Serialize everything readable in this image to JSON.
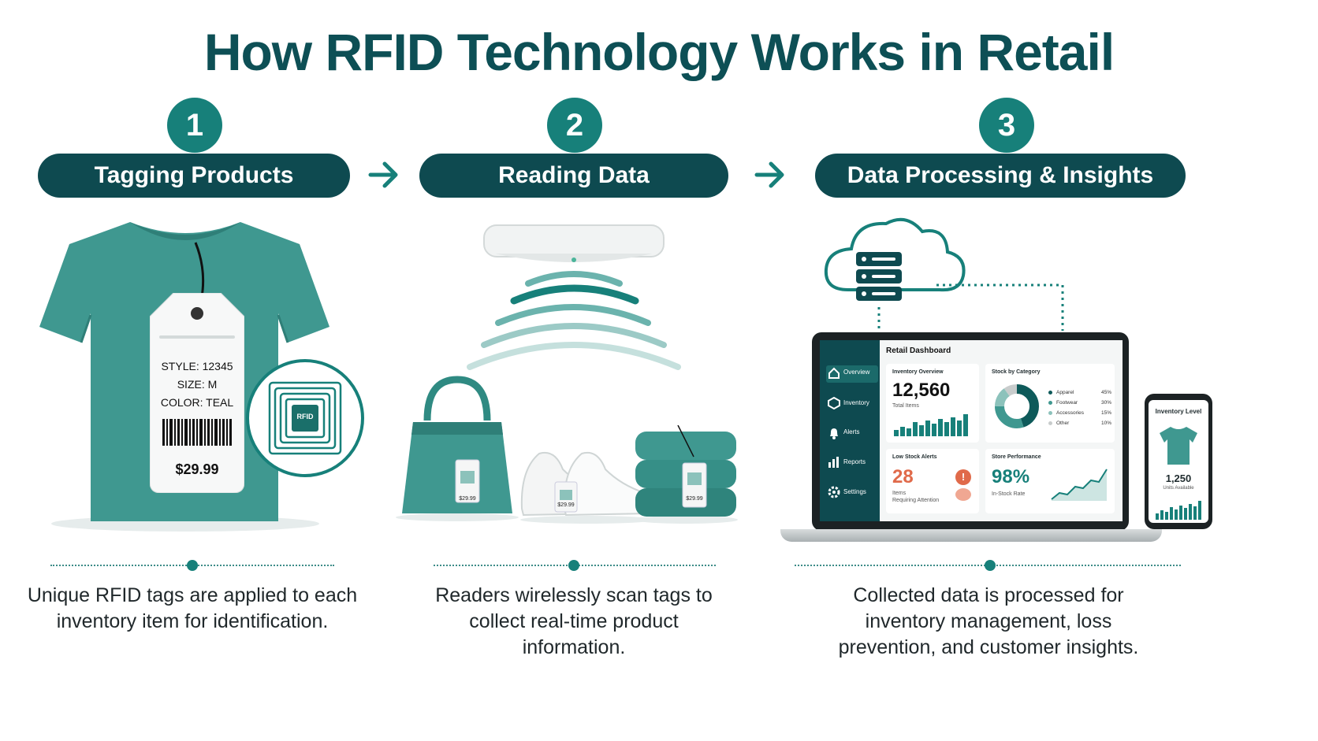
{
  "title": "How RFID Technology Works in Retail",
  "colors": {
    "accent": "#17807a",
    "dark": "#0e4a50",
    "alert": "#e06a4a",
    "white": "#ffffff"
  },
  "steps": [
    {
      "number": "1",
      "label": "Tagging Products",
      "description": "Unique RFID tags are applied to each inventory item for identification.",
      "tag": {
        "style": "STYLE: 12345",
        "size": "SIZE: M",
        "color": "COLOR: TEAL",
        "price": "$29.99",
        "chip": "RFID"
      }
    },
    {
      "number": "2",
      "label": "Reading Data",
      "description": "Readers wirelessly scan tags to collect real-time product information.",
      "tag_prices": [
        "$29.99",
        "$29.99",
        "$29.99"
      ]
    },
    {
      "number": "3",
      "label": "Data Processing & Insights",
      "description": "Collected data is processed for inventory management, loss prevention, and customer insights."
    }
  ],
  "dashboard": {
    "title": "Retail Dashboard",
    "nav": [
      "Overview",
      "Inventory",
      "Alerts",
      "Reports",
      "Settings"
    ],
    "inventory": {
      "title": "Inventory Overview",
      "value": "12,560",
      "sub": "Total Items"
    },
    "stock": {
      "title": "Stock by Category",
      "items": [
        {
          "name": "Apparel",
          "pct": "45%",
          "value": 45
        },
        {
          "name": "Footwear",
          "pct": "30%",
          "value": 30
        },
        {
          "name": "Accessories",
          "pct": "15%",
          "value": 15
        },
        {
          "name": "Other",
          "pct": "10%",
          "value": 10
        }
      ]
    },
    "alerts": {
      "title": "Low Stock Alerts",
      "value": "28",
      "sub1": "Items",
      "sub2": "Requiring Attention"
    },
    "performance": {
      "title": "Store Performance",
      "value": "98%",
      "sub": "In-Stock Rate"
    }
  },
  "phone": {
    "title": "Inventory Level",
    "value": "1,250",
    "sub": "Units Available"
  }
}
